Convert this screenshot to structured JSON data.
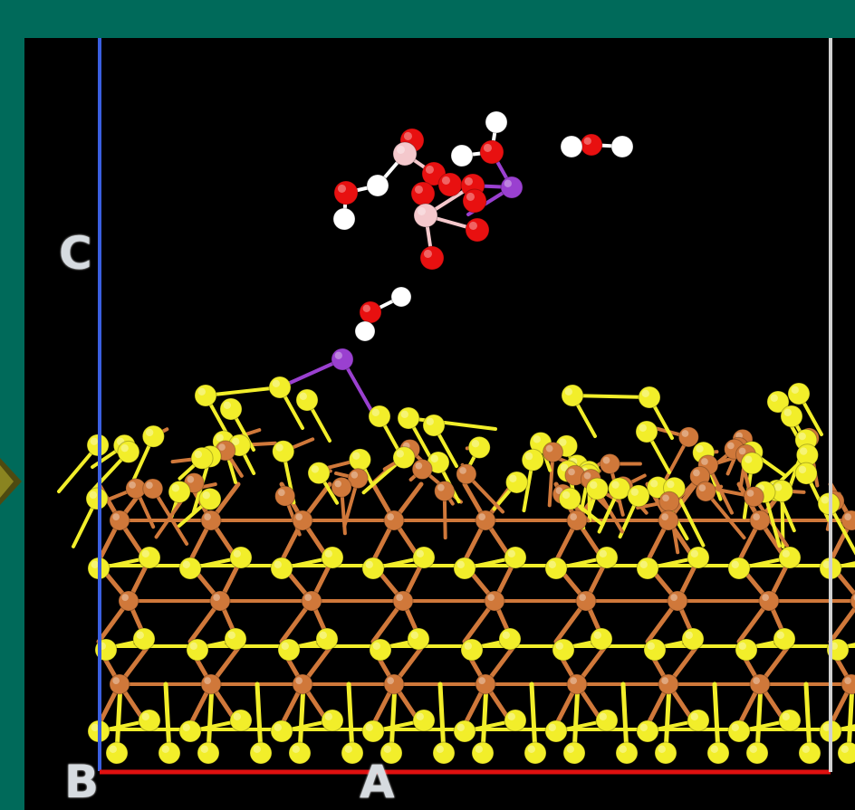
{
  "axes": {
    "c_label": "C",
    "b_label": "B",
    "a_label": "A"
  },
  "colors": {
    "background_frame": "#006a5a",
    "viewport": "#000000",
    "axis_c": "#3a5fe0",
    "axis_a": "#e01010",
    "cell_edge": "#d0d0d0",
    "sulfur": "#f2ee2a",
    "metal": "#d0783a",
    "oxygen": "#e81010",
    "hydrogen": "#ffffff",
    "boron": "#f4c8cc",
    "alkali": "#9a40d0"
  },
  "icons": {
    "side_arrow": "triangle-right-icon"
  }
}
